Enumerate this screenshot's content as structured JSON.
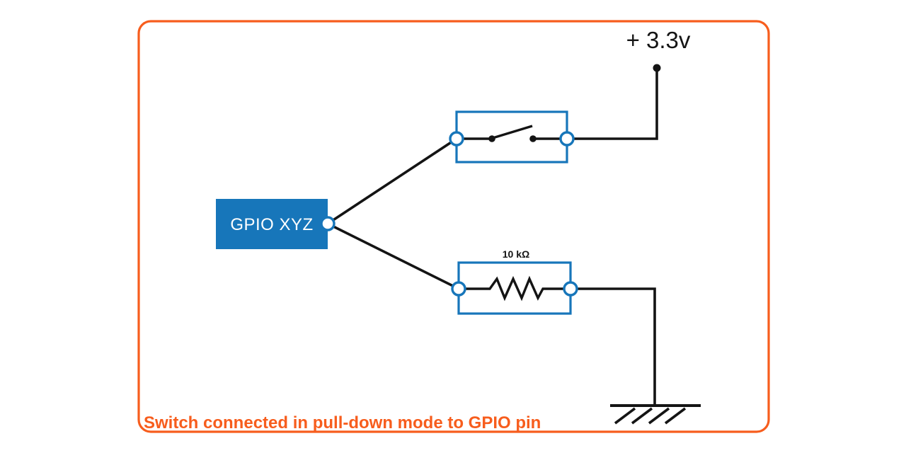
{
  "diagram": {
    "caption": "Switch connected in pull-down mode to GPIO pin",
    "power_label": "+ 3.3v",
    "gpio_label": "GPIO XYZ",
    "resistor_label": "10 kΩ",
    "colors": {
      "accent_orange": "#f75d1d",
      "component_blue": "#1776ba",
      "wire_black": "#141414",
      "gpio_fill": "#1776ba",
      "terminal_fill": "#ffffff"
    },
    "components": [
      {
        "name": "gpio-pin-box",
        "label": "GPIO XYZ",
        "type": "block"
      },
      {
        "name": "switch",
        "type": "spst-switch",
        "state": "open"
      },
      {
        "name": "resistor",
        "label": "10 kΩ",
        "type": "resistor"
      },
      {
        "name": "power-rail",
        "label": "+ 3.3v",
        "type": "supply"
      },
      {
        "name": "ground",
        "type": "earth-ground"
      }
    ]
  }
}
